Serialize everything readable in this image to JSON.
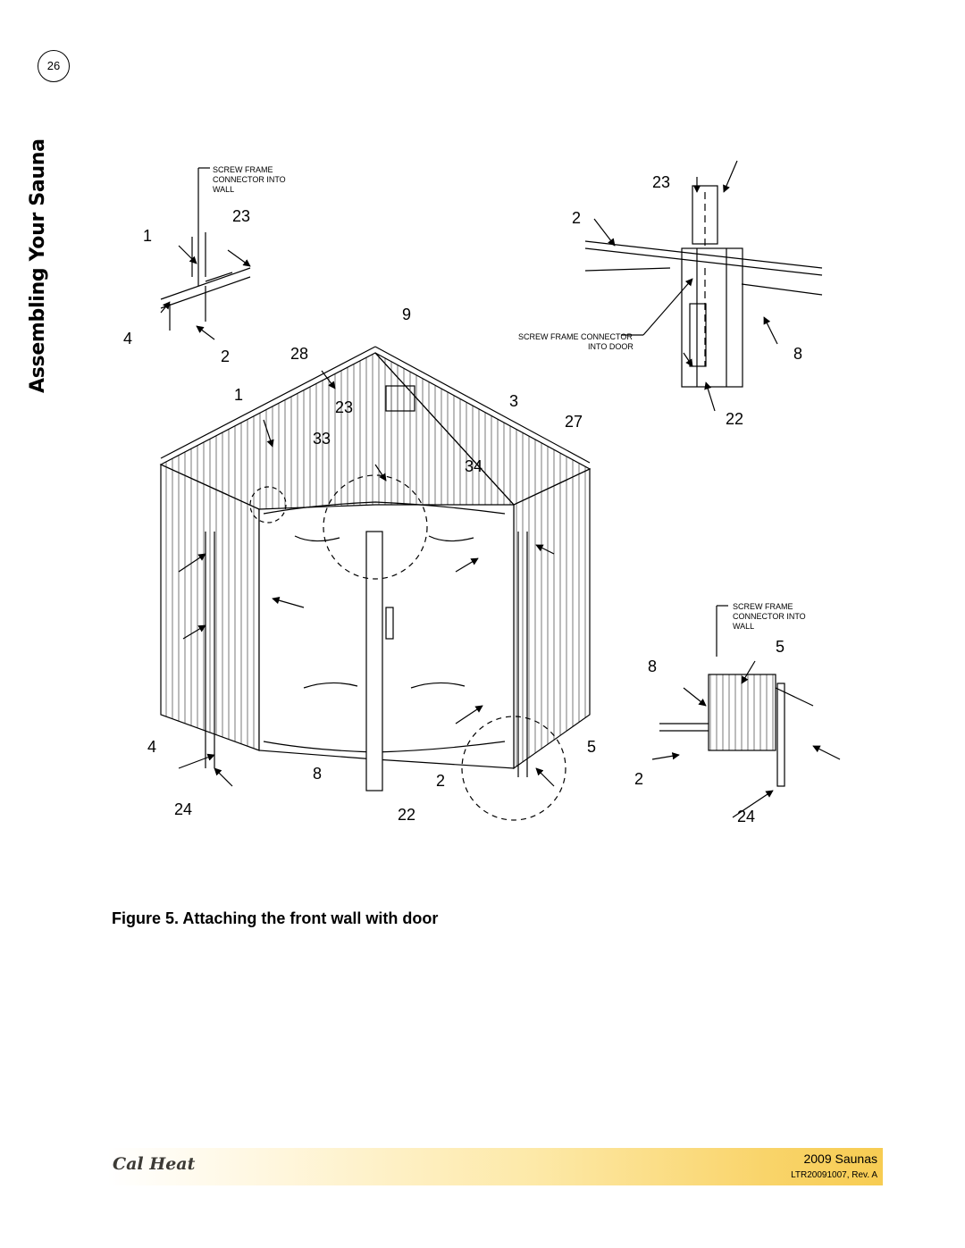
{
  "page": {
    "number": "26",
    "section_title": "Assembling Your Sauna"
  },
  "figure": {
    "caption": "Figure 5. Attaching the front wall with door",
    "callouts": {
      "screw_frame_wall_top": [
        "SCREW FRAME",
        "CONNECTOR INTO",
        "WALL"
      ],
      "screw_frame_door": [
        "SCREW FRAME CONNECTOR",
        "INTO DOOR"
      ],
      "screw_frame_wall_bottom": [
        "SCREW FRAME",
        "CONNECTOR INTO",
        "WALL"
      ]
    },
    "part_numbers": [
      "1",
      "23",
      "4",
      "2",
      "23",
      "2",
      "8",
      "22",
      "9",
      "28",
      "1",
      "23",
      "33",
      "3",
      "27",
      "34",
      "4",
      "8",
      "2",
      "22",
      "24",
      "5",
      "8",
      "5",
      "2",
      "24"
    ]
  },
  "footer": {
    "brand": "Cal Heat",
    "product": "2009 Saunas",
    "doc_id": "LTR20091007, Rev. A"
  }
}
